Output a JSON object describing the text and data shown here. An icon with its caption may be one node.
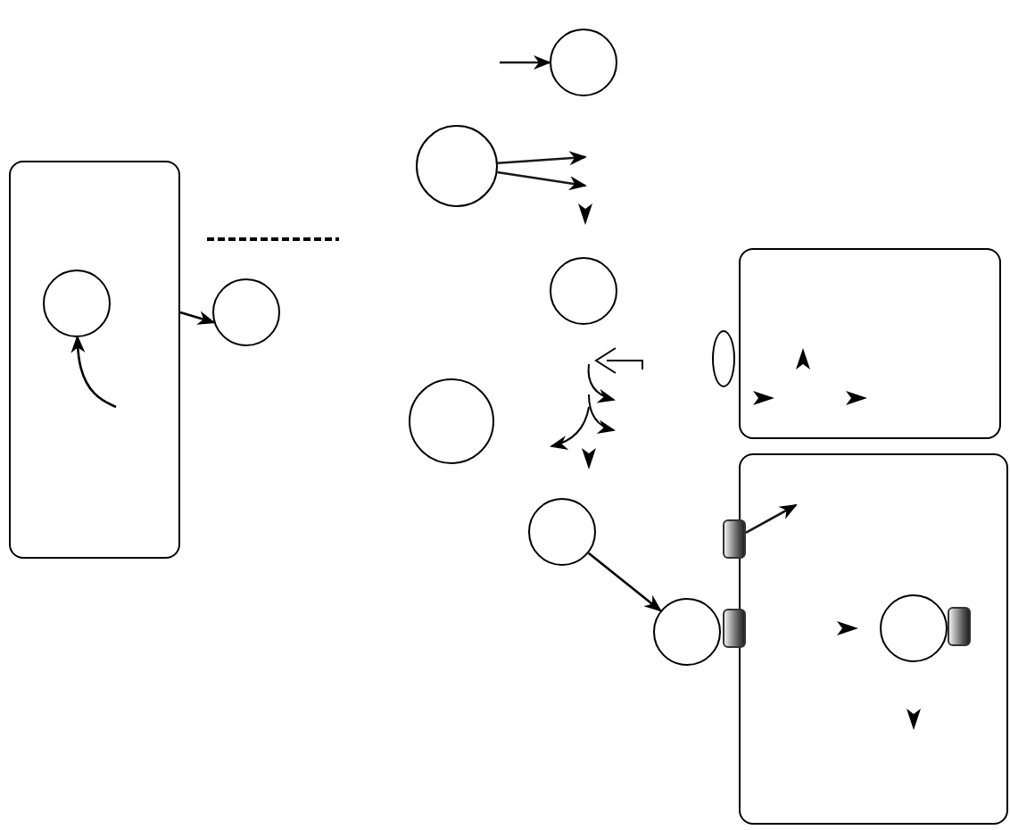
{
  "diagram": {
    "nodes": [
      {
        "text": [],
        "shape": "circle"
      },
      {
        "text": [],
        "shape": "circle"
      },
      {
        "text": [],
        "shape": "box"
      },
      {
        "text": [],
        "shape": "circle",
        "in": 2
      },
      {
        "text": [],
        "shape": "circle"
      },
      {
        "text": [],
        "shape": "circle"
      },
      {
        "text": [],
        "shape": "box"
      },
      {
        "text": [],
        "shape": "ellipse"
      },
      {
        "text": [],
        "shape": "circle"
      },
      {
        "text": [],
        "shape": "box"
      },
      {
        "text": [],
        "shape": "circle"
      },
      {
        "text": [],
        "shape": "cylinder"
      },
      {
        "text": [],
        "shape": "circle"
      },
      {
        "text": [],
        "shape": "cylinder"
      },
      {
        "text": [],
        "shape": "circle",
        "in": 9
      },
      {
        "text": [],
        "shape": "cylinder",
        "in": 9
      }
    ],
    "edges": [
      {
        "from": null,
        "to": 3,
        "arrow": "to"
      },
      {
        "from": 2,
        "to": 4,
        "arrow": "to"
      },
      {
        "from": 10,
        "to": 12,
        "arrow": "to"
      },
      {
        "from": null,
        "to": 0,
        "arrow": "to"
      },
      {
        "from": 1,
        "to": null,
        "arrow": "to"
      },
      {
        "from": 1,
        "to": null,
        "arrow": "to"
      },
      {
        "from": 11,
        "to": null,
        "arrow": "to"
      }
    ]
  }
}
